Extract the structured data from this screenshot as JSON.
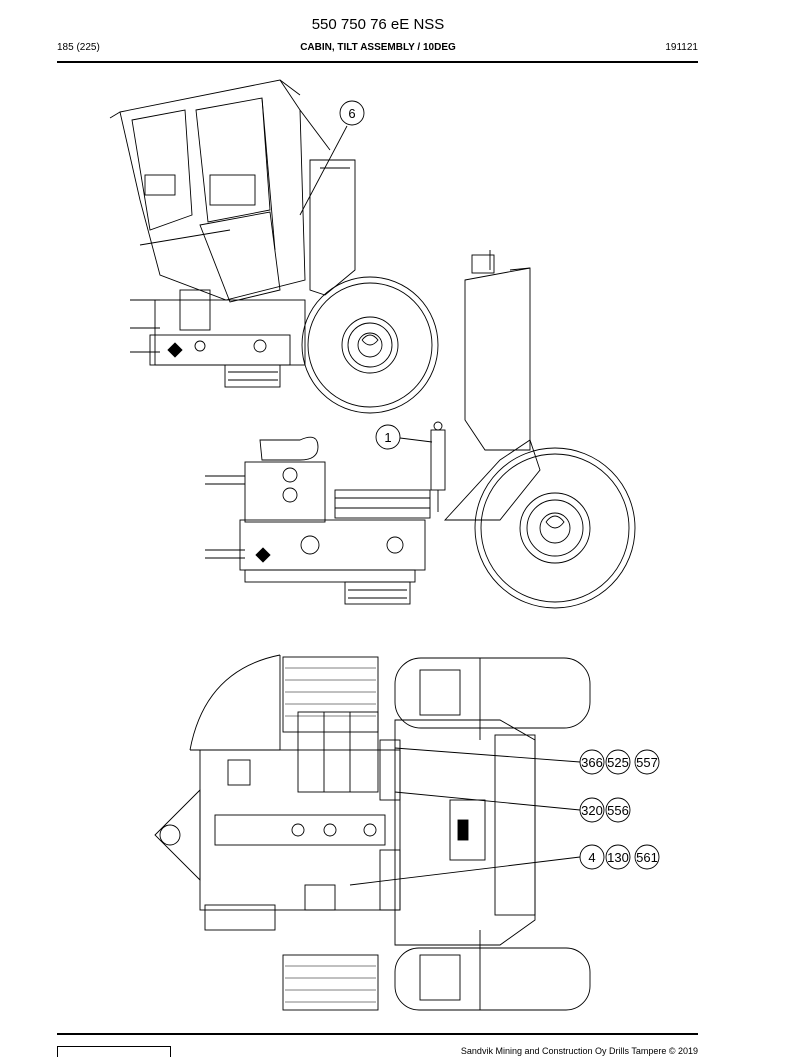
{
  "header": {
    "title": "550 750 76 eE NSS",
    "page": "185 (225)",
    "section": "CABIN, TILT ASSEMBLY / 10DEG",
    "date_code": "191121"
  },
  "callouts": {
    "c6": "6",
    "c1": "1",
    "c366": "366",
    "c525": "525",
    "c557": "557",
    "c320": "320",
    "c556": "556",
    "c4": "4",
    "c130": "130",
    "c561": "561"
  },
  "footer": {
    "copyright": "Sandvik Mining and Construction Oy Drills Tampere © 2019"
  }
}
